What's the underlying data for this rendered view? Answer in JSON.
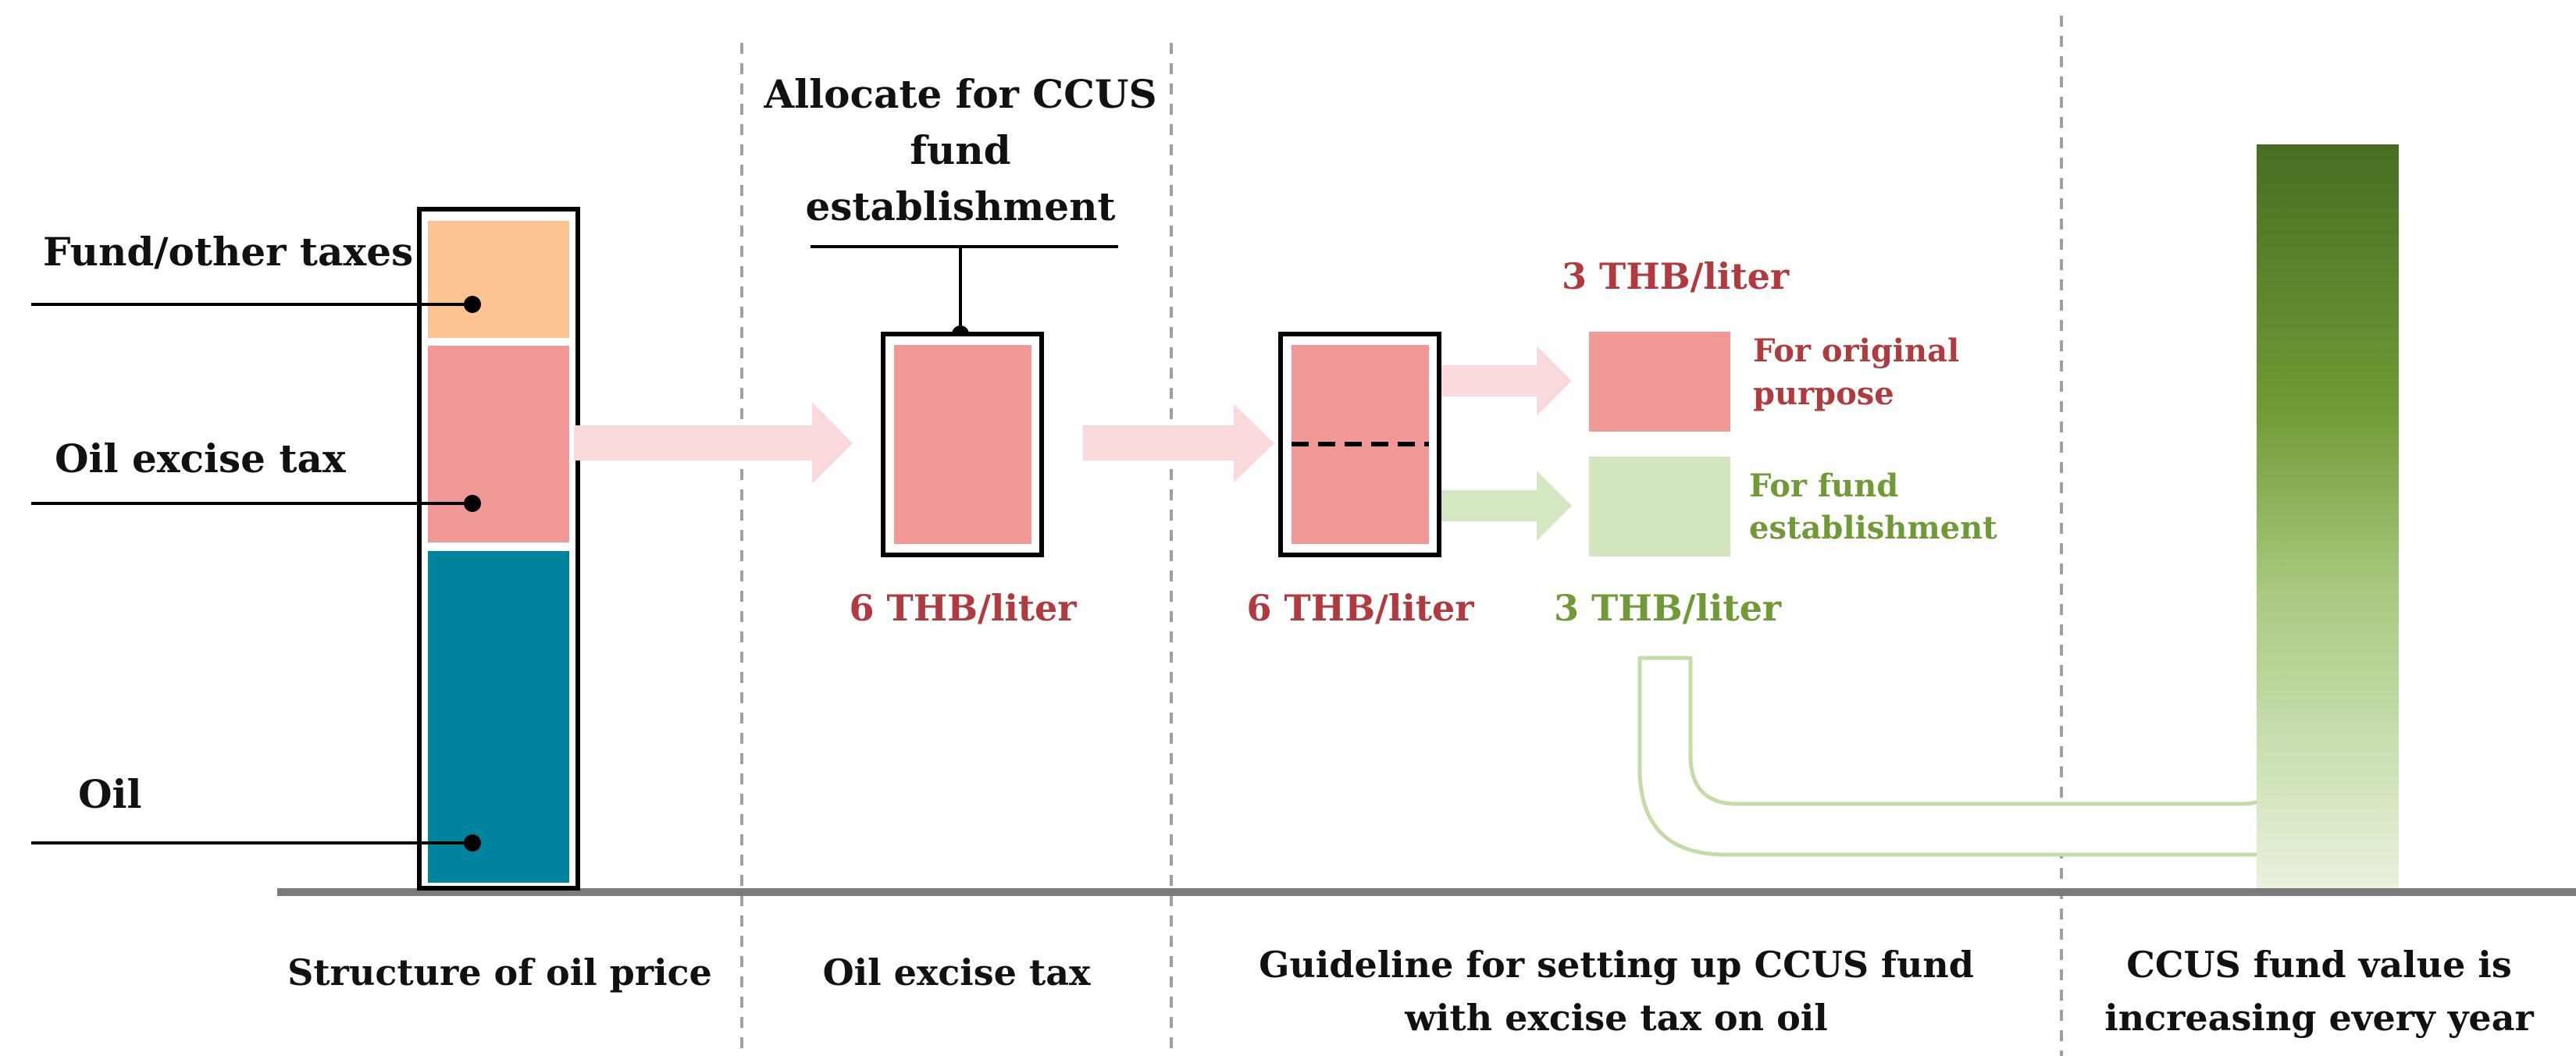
{
  "colors": {
    "fund_other_taxes": "#fcc392",
    "oil_excise_tax": "#ef9896",
    "oil": "#00849e",
    "arrow_light_red": "#f9d9d9",
    "arrow_light_green": "#d5e6c3",
    "fund_block_green": "#d3e5bf",
    "accent_red": "#b03a3e",
    "accent_green": "#6f9a35",
    "fund_bar_top": "#476e23",
    "fund_bar_mid": "#6f9a35",
    "fund_bar_bottom": "#e9f2de"
  },
  "structure": {
    "label_fund": "Fund/other taxes",
    "label_excise": "Oil excise tax",
    "label_oil": "Oil"
  },
  "allocate": {
    "line1": "Allocate for CCUS",
    "line2": "fund",
    "line3": "establishment",
    "value": "6 THB/liter"
  },
  "split": {
    "value": "6 THB/liter",
    "top_value": "3 THB/liter",
    "original_line1": "For original",
    "original_line2": "purpose",
    "fund_line1": "For fund",
    "fund_line2": "establishment",
    "bottom_value": "3 THB/liter"
  },
  "captions": {
    "col1": "Structure of oil price",
    "col2": "Oil excise tax",
    "col3_line1": "Guideline for setting up CCUS fund",
    "col3_line2": "with excise tax on oil",
    "col4_line1": "CCUS fund value is",
    "col4_line2": "increasing every year"
  }
}
